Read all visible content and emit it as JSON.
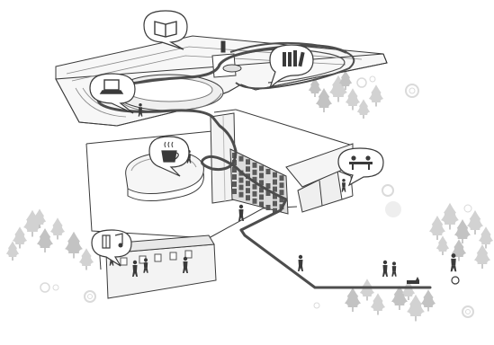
{
  "diagram": {
    "kind": "isometric-building-illustration",
    "colors": {
      "outline": "#3a3a3a",
      "path": "#4d4d4d",
      "tree": "#d2d2d2",
      "tree_dark": "#c3c3c3",
      "glass": "#efefef",
      "bookshelf": "#5a5a5a",
      "bubble_fill": "#ffffff"
    },
    "callouts": [
      {
        "id": "book",
        "icon": "book-icon"
      },
      {
        "id": "library",
        "icon": "bookshelf-icon"
      },
      {
        "id": "computer",
        "icon": "laptop-icon"
      },
      {
        "id": "cafe",
        "icon": "coffee-cup-icon"
      },
      {
        "id": "meeting",
        "icon": "meeting-table-icon"
      },
      {
        "id": "music",
        "icon": "music-note-icon"
      }
    ],
    "people_count": 12,
    "tree_groups": [
      "upper-right",
      "left",
      "lower-middle",
      "right"
    ]
  }
}
